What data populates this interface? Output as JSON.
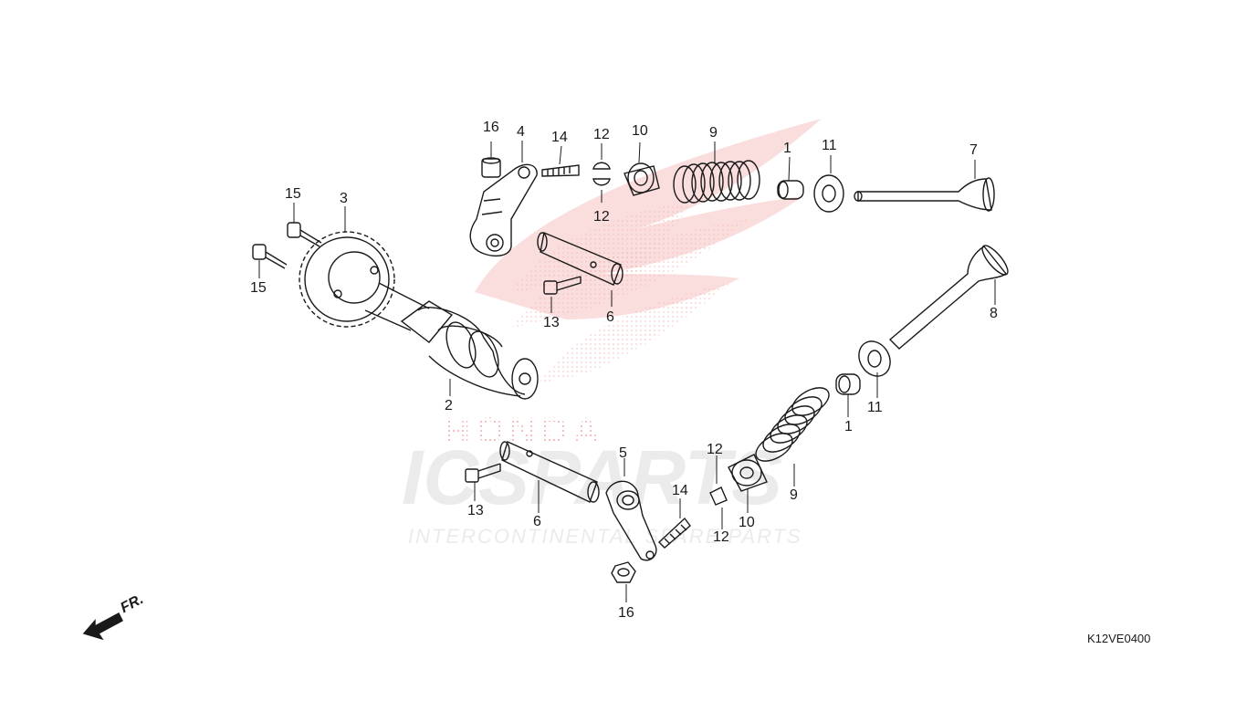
{
  "diagram": {
    "code": "K12VE0400",
    "front_label": "FR.",
    "callouts": [
      {
        "id": "c16a",
        "text": "16"
      },
      {
        "id": "c4",
        "text": "4"
      },
      {
        "id": "c14a",
        "text": "14"
      },
      {
        "id": "c12a",
        "text": "12"
      },
      {
        "id": "c10a",
        "text": "10"
      },
      {
        "id": "c9a",
        "text": "9"
      },
      {
        "id": "c1a",
        "text": "1"
      },
      {
        "id": "c11a",
        "text": "11"
      },
      {
        "id": "c7",
        "text": "7"
      },
      {
        "id": "c15a",
        "text": "15"
      },
      {
        "id": "c3",
        "text": "3"
      },
      {
        "id": "c15b",
        "text": "15"
      },
      {
        "id": "c12b",
        "text": "12"
      },
      {
        "id": "c13a",
        "text": "13"
      },
      {
        "id": "c6a",
        "text": "6"
      },
      {
        "id": "c8",
        "text": "8"
      },
      {
        "id": "c2",
        "text": "2"
      },
      {
        "id": "c11b",
        "text": "11"
      },
      {
        "id": "c1b",
        "text": "1"
      },
      {
        "id": "c5",
        "text": "5"
      },
      {
        "id": "c12c",
        "text": "12"
      },
      {
        "id": "c14b",
        "text": "14"
      },
      {
        "id": "c13b",
        "text": "13"
      },
      {
        "id": "c6b",
        "text": "6"
      },
      {
        "id": "c9b",
        "text": "9"
      },
      {
        "id": "c10b",
        "text": "10"
      },
      {
        "id": "c12d",
        "text": "12"
      },
      {
        "id": "c16b",
        "text": "16"
      }
    ]
  },
  "watermark": {
    "brand": "HONDA",
    "logo": "ICSPARTS",
    "tagline": "INTERCONTINENTAL SPARE PARTS",
    "color": "#e23a3a"
  }
}
